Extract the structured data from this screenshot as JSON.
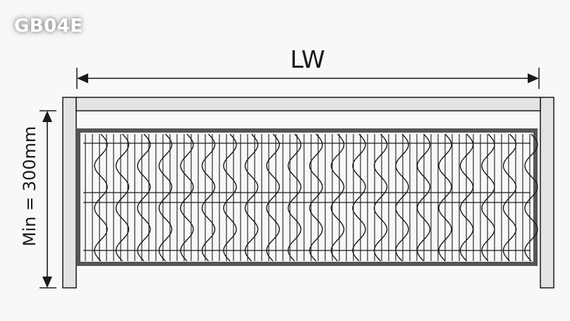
{
  "badge": "GB04E",
  "dimensions": {
    "width_label": "LW",
    "height_label": "Min = 300mm"
  },
  "colors": {
    "background": "#f7f8fa",
    "rail_fill": "#e3e3e5",
    "stroke": "#1a1a1a",
    "frame": "#555555"
  }
}
